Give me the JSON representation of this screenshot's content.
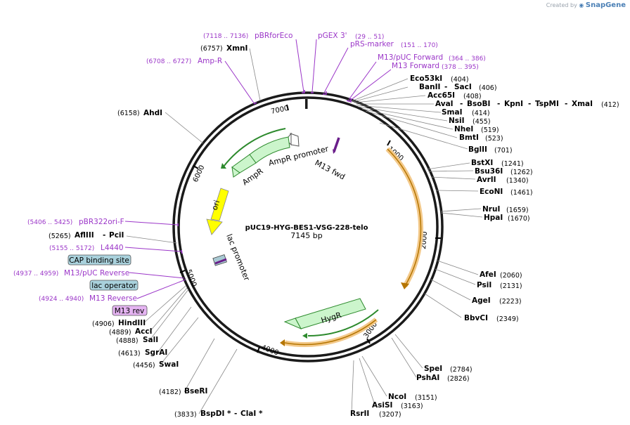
{
  "credit": {
    "prefix": "Created by",
    "brand": "SnapGene"
  },
  "plasmid": {
    "name": "pUC19-HYG-BES1-VSG-228-telo",
    "length": "7145 bp"
  },
  "ticks": [
    "1000",
    "2000",
    "3000",
    "4000",
    "5000",
    "6000",
    "7000"
  ],
  "features": {
    "ampr_promoter": "AmpR promoter",
    "ampr": "AmpR",
    "m13fwd": "M13 fwd",
    "ori": "ori",
    "lac_promoter": "lac promoter",
    "hygr": "HygR"
  },
  "primers": {
    "pbrforeco": {
      "name": "pBRforEco",
      "pos": "(7118 .. 7136)"
    },
    "pgex3": {
      "name": "pGEX 3'",
      "pos": "(29 .. 51)"
    },
    "prs_marker": {
      "name": "pRS-marker",
      "pos": "(151 .. 170)"
    },
    "m13puc_fwd": {
      "name": "M13/pUC Forward",
      "pos": "(364 .. 386)"
    },
    "m13_fwd": {
      "name": "M13 Forward",
      "pos": "(378 .. 395)"
    },
    "ampr": {
      "name": "Amp-R",
      "pos": "(6708 .. 6727)"
    },
    "pbr322ori": {
      "name": "pBR322ori-F",
      "pos": "(5406 .. 5425)"
    },
    "l4440": {
      "name": "L4440",
      "pos": "(5155 .. 5172)"
    },
    "m13puc_rev": {
      "name": "M13/pUC Reverse",
      "pos": "(4937 .. 4959)"
    },
    "m13_rev": {
      "name": "M13 Reverse",
      "pos": "(4924 .. 4940)"
    }
  },
  "boxes": {
    "cap": "CAP binding site",
    "lacop": "lac operator",
    "m13rev": "M13 rev"
  },
  "sites": {
    "xmni": {
      "name": "XmnI",
      "pos": "(6757)"
    },
    "ahdi": {
      "name": "AhdI",
      "pos": "(6158)"
    },
    "eco53ki": {
      "name": "Eco53kI",
      "pos": "(404)"
    },
    "banii": {
      "name": "BanII",
      "name2": "SacI",
      "pos": "(406)"
    },
    "acc65i": {
      "name": "Acc65I",
      "pos": "(408)"
    },
    "avai": {
      "name": "AvaI",
      "name2": "BsoBI",
      "name3": "KpnI",
      "name4": "TspMI",
      "name5": "XmaI",
      "pos": "(412)"
    },
    "smai": {
      "name": "SmaI",
      "pos": "(414)"
    },
    "nsii": {
      "name": "NsiI",
      "pos": "(455)"
    },
    "nhei": {
      "name": "NheI",
      "pos": "(519)"
    },
    "bmti": {
      "name": "BmtI",
      "pos": "(523)"
    },
    "bglii": {
      "name": "BglII",
      "pos": "(701)"
    },
    "bstxi": {
      "name": "BstXI",
      "pos": "(1241)"
    },
    "bsu36i": {
      "name": "Bsu36I",
      "pos": "(1262)"
    },
    "avrii": {
      "name": "AvrII",
      "pos": "(1340)"
    },
    "econi": {
      "name": "EcoNI",
      "pos": "(1461)"
    },
    "nrui": {
      "name": "NruI",
      "pos": "(1659)"
    },
    "hpai": {
      "name": "HpaI",
      "pos": "(1670)"
    },
    "afei": {
      "name": "AfeI",
      "pos": "(2060)"
    },
    "psii": {
      "name": "PsiI",
      "pos": "(2131)"
    },
    "agei": {
      "name": "AgeI",
      "pos": "(2223)"
    },
    "bbvci": {
      "name": "BbvCI",
      "pos": "(2349)"
    },
    "spei": {
      "name": "SpeI",
      "pos": "(2784)"
    },
    "pshai": {
      "name": "PshAI",
      "pos": "(2826)"
    },
    "ncoi": {
      "name": "NcoI",
      "pos": "(3151)"
    },
    "asisi": {
      "name": "AsiSI",
      "pos": "(3163)"
    },
    "rsrii": {
      "name": "RsrII",
      "pos": "(3207)"
    },
    "bspdi": {
      "name": "BspDI *",
      "name2": "ClaI *",
      "pos": "(3833)"
    },
    "bseri": {
      "name": "BseRI",
      "pos": "(4182)"
    },
    "swai": {
      "name": "SwaI",
      "pos": "(4456)"
    },
    "sgrai": {
      "name": "SgrAI",
      "pos": "(4613)"
    },
    "sali": {
      "name": "SalI",
      "pos": "(4888)"
    },
    "acci": {
      "name": "AccI",
      "pos": "(4889)"
    },
    "hindiii": {
      "name": "HindIII",
      "pos": "(4906)"
    },
    "pcii": {
      "name": "PciI",
      "pos": "(5265)"
    },
    "aflIII": {
      "name": "AflIII",
      "pos": "(5265)"
    }
  },
  "colors": {
    "backbone": "#1a1a1a",
    "primer": "#9b36c8",
    "ampr_fill": "#ccf5cc",
    "ampr_edge": "#2d8a2d",
    "ori_fill": "#ffff00",
    "orange_arc": "#f3c98a",
    "orange_line": "#b57500",
    "cap_fill": "#a9d1dc",
    "m13rev_fill": "#e5b4f2"
  }
}
